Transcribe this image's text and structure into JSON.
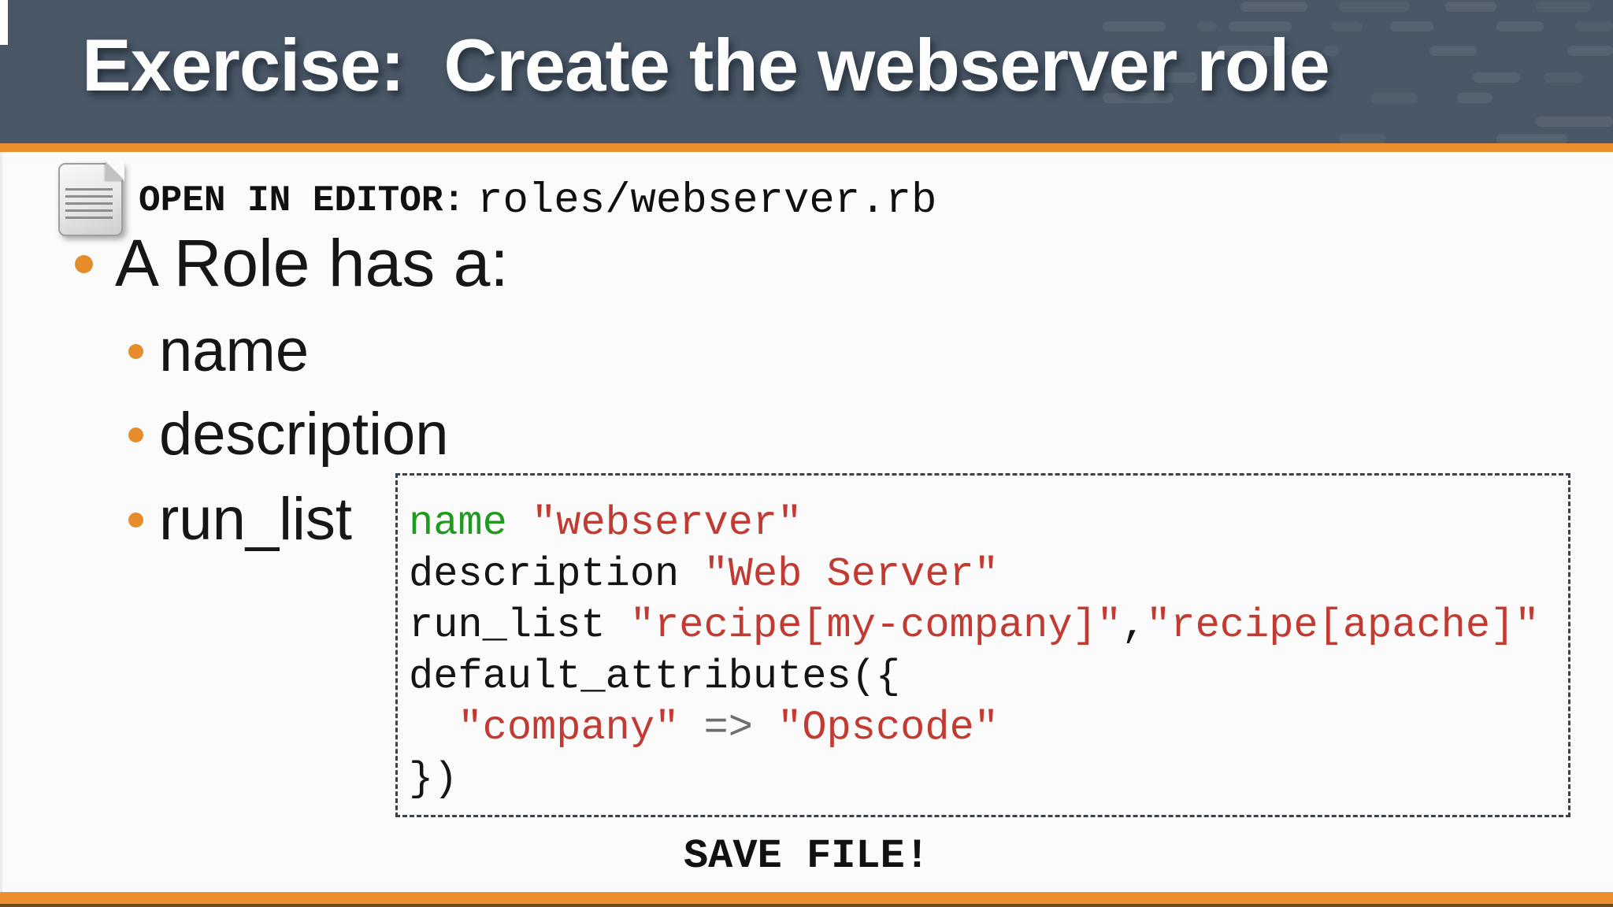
{
  "colors": {
    "slate": "#4A5766",
    "orange": "#EE8F2F",
    "orange_dark": "#6E4B16",
    "page_bg": "#FBFBFB",
    "bullet_orange": "#E78C2B",
    "text": "#161616",
    "code_green": "#1E9B1E",
    "code_red": "#C23B32",
    "code_gray": "#6E6E6E"
  },
  "header": {
    "title": "Exercise:  Create the webserver role"
  },
  "editor_note": {
    "icon": "document-icon",
    "label": "OPEN IN EDITOR:",
    "path": "roles/webserver.rb"
  },
  "bullets": {
    "level1": "A Role has a:",
    "level2": [
      "name",
      "description",
      "run_list"
    ]
  },
  "code": {
    "lines": [
      [
        {
          "t": "name",
          "c": "green"
        },
        {
          "t": " ",
          "c": "plain"
        },
        {
          "t": "\"webserver\"",
          "c": "red"
        }
      ],
      [
        {
          "t": "description ",
          "c": "plain"
        },
        {
          "t": "\"Web Server\"",
          "c": "red"
        }
      ],
      [
        {
          "t": "run_list ",
          "c": "plain"
        },
        {
          "t": "\"recipe[my-company]\"",
          "c": "red"
        },
        {
          "t": ",",
          "c": "plain"
        },
        {
          "t": "\"recipe[apache]\"",
          "c": "red"
        }
      ],
      [
        {
          "t": "default_attributes({",
          "c": "plain"
        }
      ],
      [
        {
          "t": "  ",
          "c": "plain"
        },
        {
          "t": "\"company\"",
          "c": "red"
        },
        {
          "t": " ",
          "c": "plain"
        },
        {
          "t": "=>",
          "c": "gray"
        },
        {
          "t": " ",
          "c": "plain"
        },
        {
          "t": "\"Opscode\"",
          "c": "red"
        }
      ],
      [
        {
          "t": "})",
          "c": "plain"
        }
      ]
    ]
  },
  "footer": {
    "save_label": "SAVE FILE!"
  }
}
